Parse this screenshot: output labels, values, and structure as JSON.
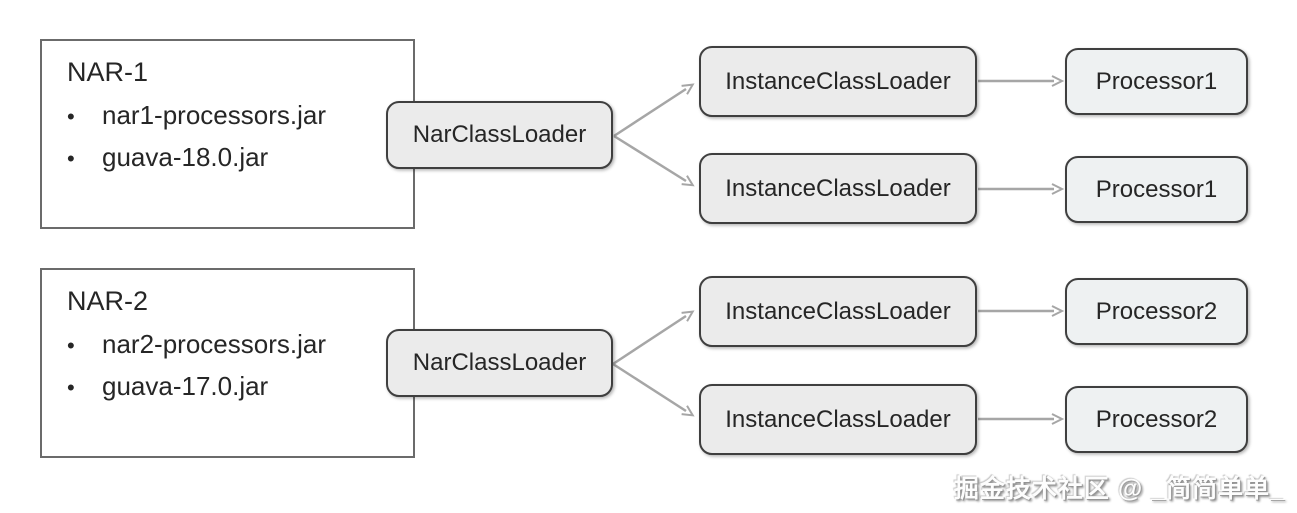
{
  "colors": {
    "background": "#ffffff",
    "loader_fill": "#ebebeb",
    "processor_fill": "#eef1f2",
    "node_border": "#3f3f3f",
    "nar_border": "#6b6b6b",
    "arrow": "#a6a6a6",
    "text": "#262626"
  },
  "groups": [
    {
      "nar": {
        "title": "NAR-1",
        "bullet": "•",
        "items": [
          "nar1-processors.jar",
          "guava-18.0.jar"
        ]
      },
      "nar_class_loader": "NarClassLoader",
      "instance_class_loaders": [
        "InstanceClassLoader",
        "InstanceClassLoader"
      ],
      "processors": [
        "Processor1",
        "Processor1"
      ]
    },
    {
      "nar": {
        "title": "NAR-2",
        "bullet": "•",
        "items": [
          "nar2-processors.jar",
          "guava-17.0.jar"
        ]
      },
      "nar_class_loader": "NarClassLoader",
      "instance_class_loaders": [
        "InstanceClassLoader",
        "InstanceClassLoader"
      ],
      "processors": [
        "Processor2",
        "Processor2"
      ]
    }
  ],
  "watermark": {
    "text": "掘金技术社区 @ _简简单单_"
  }
}
